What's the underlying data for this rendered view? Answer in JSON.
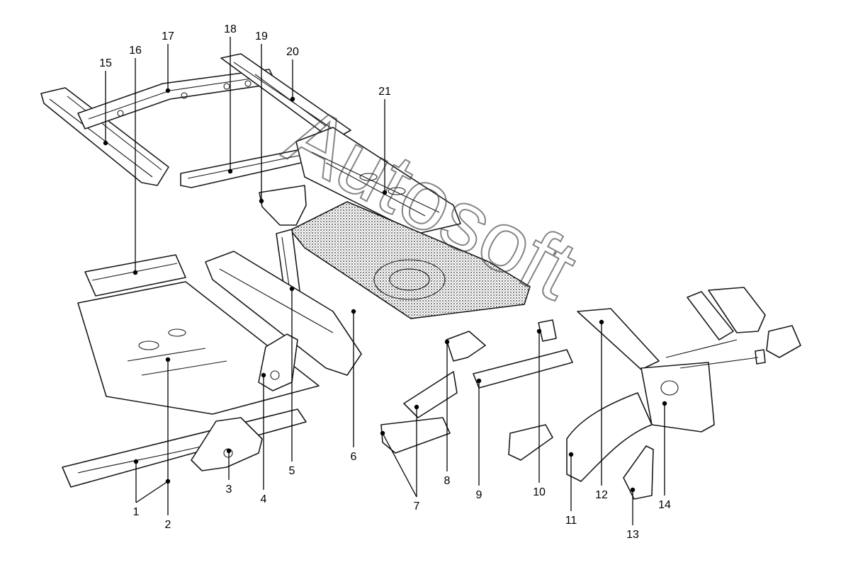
{
  "diagram": {
    "callouts": [
      {
        "number": "1"
      },
      {
        "number": "2"
      },
      {
        "number": "3"
      },
      {
        "number": "4"
      },
      {
        "number": "5"
      },
      {
        "number": "6"
      },
      {
        "number": "7"
      },
      {
        "number": "8"
      },
      {
        "number": "9"
      },
      {
        "number": "10"
      },
      {
        "number": "11"
      },
      {
        "number": "12"
      },
      {
        "number": "13"
      },
      {
        "number": "14"
      },
      {
        "number": "15"
      },
      {
        "number": "16"
      },
      {
        "number": "17"
      },
      {
        "number": "18"
      },
      {
        "number": "19"
      },
      {
        "number": "20"
      },
      {
        "number": "21"
      }
    ],
    "watermark": "Autosoft"
  }
}
